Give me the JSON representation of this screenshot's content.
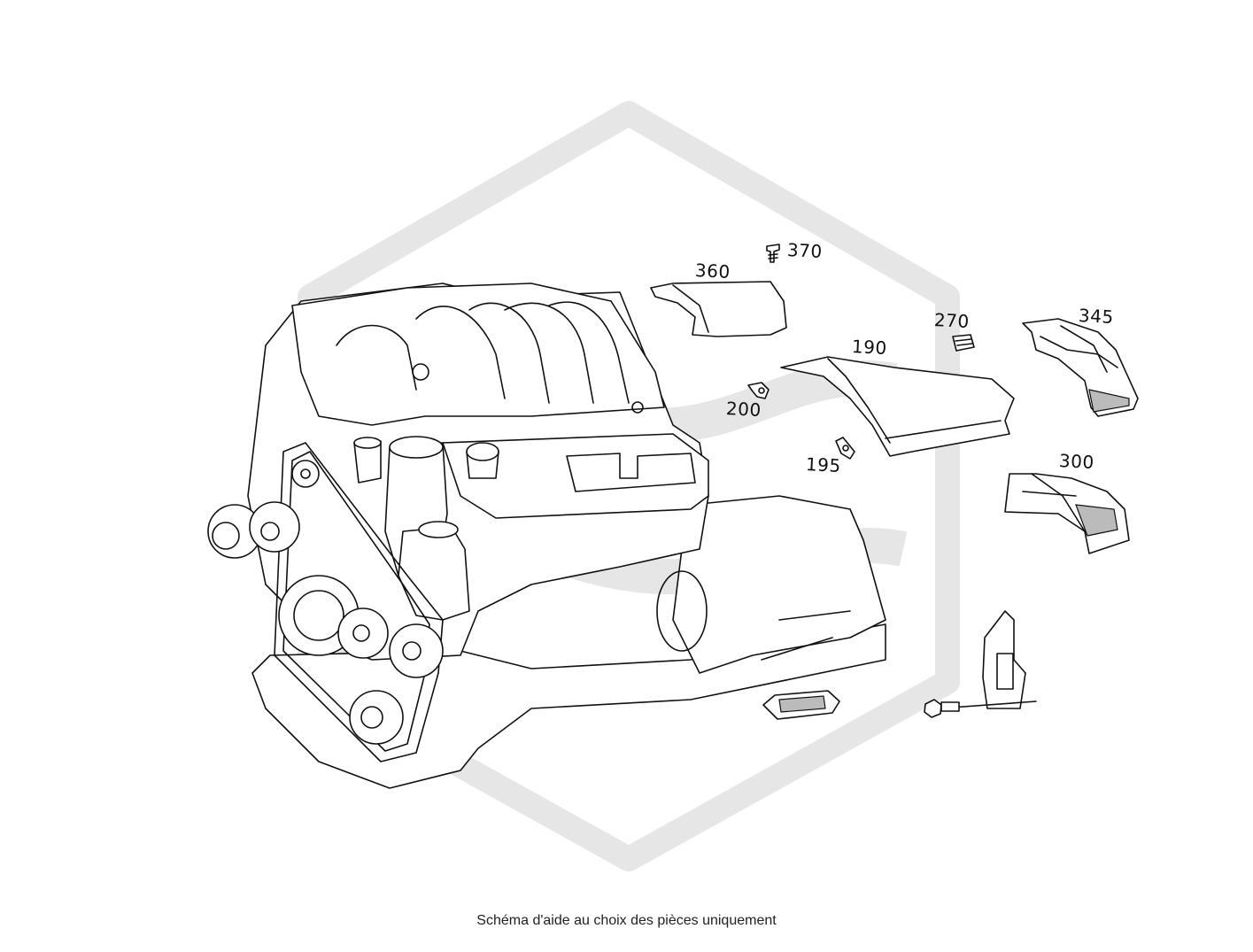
{
  "labels": {
    "p370": "370",
    "p360": "360",
    "p270": "270",
    "p345": "345",
    "p190": "190",
    "p200": "200",
    "p195": "195",
    "p300": "300"
  },
  "caption": "Schéma d'aide au choix des pièces uniquement",
  "colors": {
    "line": "#111111",
    "watermark": "#e6e6e6",
    "background": "#ffffff"
  }
}
